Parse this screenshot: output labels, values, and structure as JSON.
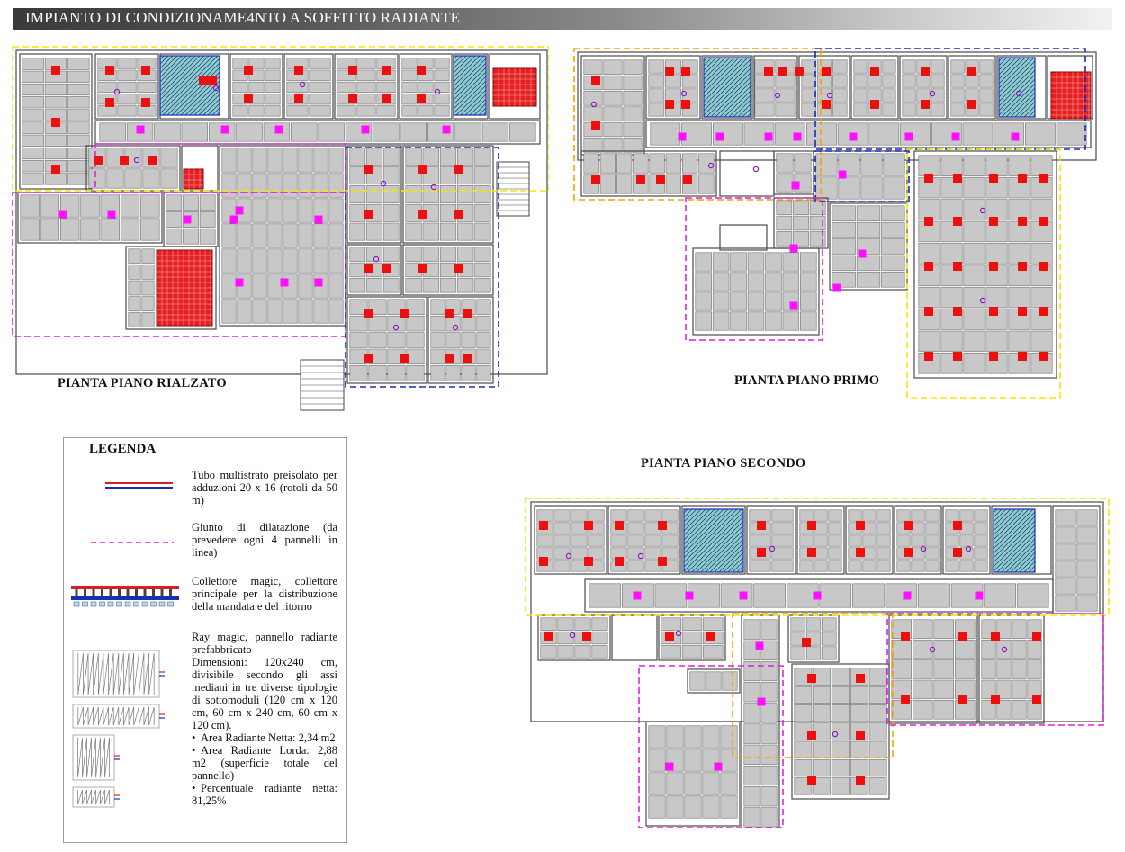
{
  "title": "IMPIANTO DI CONDIZIONAME4NTO A SOFFITTO RADIANTE",
  "plans": {
    "ground": {
      "label": "PIANTA PIANO RIALZATO"
    },
    "first": {
      "label": "PIANTA PIANO PRIMO"
    },
    "second": {
      "label": "PIANTA PIANO SECONDO"
    }
  },
  "legend": {
    "title": "LEGENDA",
    "items": [
      {
        "symbol": "pipe-icon",
        "text": "Tubo multistrato preisolato per adduzioni 20 x 16 (rotoli da 50 m)"
      },
      {
        "symbol": "dashed-joint-icon",
        "text": "Giunto di dilatazione (da prevedere ogni 4 pannelli in linea)"
      },
      {
        "symbol": "manifold-icon",
        "text": "Collettore magic, collettore principale per la distribuzione della mandata e del ritorno"
      },
      {
        "symbol": "radiant-panel-icon",
        "intro": "Ray magic, pannello radiante prefabbricato",
        "dims": "Dimensioni: 120x240 cm, divisibile secondo gli assi mediani in tre diverse tipologie di sottomoduli (120 cm x 120 cm, 60 cm x 240 cm, 60 cm x 120 cm).",
        "bullets": [
          "Area Radiante Netta: 2,34 m2",
          "Area Radiante Lorda: 2,88 m2 (superficie totale del pannello)",
          "Percentuale radiante netta: 81,25%"
        ]
      }
    ]
  },
  "colors": {
    "supply_pipe": "#d62020",
    "return_pipe": "#1a2fb0",
    "expansion_joint": "#e020e0",
    "panel_fill": "#c8c8c8",
    "zone_yellow": "#f3e800",
    "zone_orange": "#f4a400",
    "zone_blue": "#1d2bb8",
    "zone_magenta": "#e020e0",
    "red_square": "#ee0f0f",
    "magenta_square": "#ff10ff",
    "manifold_teal": "#7fc6b0"
  }
}
